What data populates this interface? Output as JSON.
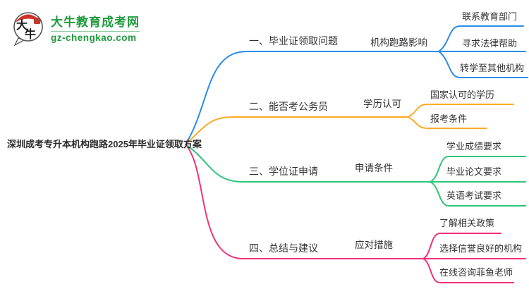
{
  "site": {
    "logo_title": "大牛教育成考网",
    "logo_domain": "gz-chengkao.com",
    "logo_mark_char1": "大",
    "logo_mark_char2": "牛",
    "brand_green": "#1e9a3c",
    "brand_red": "#cf3129"
  },
  "mindmap": {
    "root": "深圳成考专升本机构跑路2025年毕业证领取方案",
    "branches": [
      {
        "label": "一、毕业证领取问题",
        "sub": "机构跑路影响",
        "color": "#2b8ceb",
        "leaves": [
          "联系教育部门",
          "寻求法律帮助",
          "转学至其他机构"
        ]
      },
      {
        "label": "二、能否考公务员",
        "sub": "学历认可",
        "color": "#ffa928",
        "leaves": [
          "国家认可的学历",
          "报考条件"
        ]
      },
      {
        "label": "三、学位证申请",
        "sub": "申请条件",
        "color": "#2fc577",
        "leaves": [
          "学业成绩要求",
          "毕业论文要求",
          "英语考试要求"
        ]
      },
      {
        "label": "四、总结与建议",
        "sub": "应对措施",
        "color": "#f2317b",
        "leaves": [
          "了解相关政策",
          "选择信誉良好的机构",
          "在线咨询菲鱼老师"
        ]
      }
    ]
  }
}
